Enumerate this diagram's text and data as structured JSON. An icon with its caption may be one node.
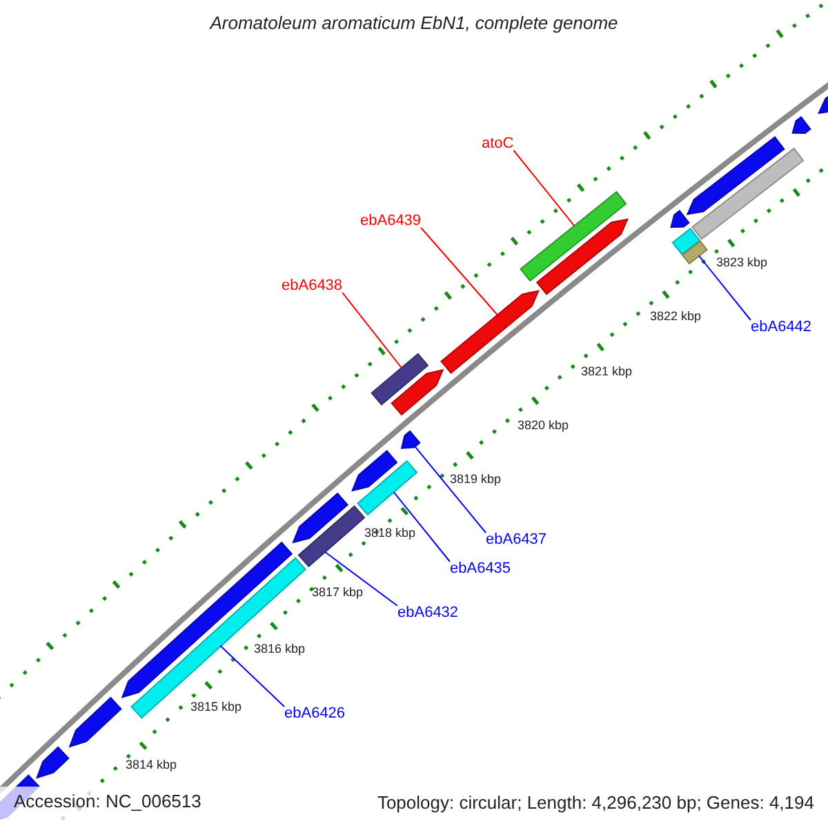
{
  "diagram": {
    "title": "Aromatoleum aromaticum EbN1, complete genome",
    "nodes": [
      {
        "text": [
          "atoC"
        ]
      },
      {
        "text": [
          "ebA6439"
        ]
      },
      {
        "text": [
          "ebA6438"
        ]
      },
      {
        "text": [
          "ebA6442"
        ]
      },
      {
        "text": [
          "ebA6437"
        ]
      },
      {
        "text": [
          "ebA6435"
        ]
      },
      {
        "text": [
          "ebA6432"
        ]
      },
      {
        "text": [
          "ebA6426"
        ]
      },
      {
        "text": [],
        "shape": "arrow"
      },
      {
        "text": [],
        "shape": "arrow"
      },
      {
        "text": [],
        "shape": "arrow"
      },
      {
        "text": [],
        "shape": "arrow"
      },
      {
        "text": [],
        "shape": "bar"
      },
      {
        "text": [],
        "shape": "arrow"
      },
      {
        "text": [],
        "shape": "bar"
      },
      {
        "text": [],
        "shape": "arrow"
      },
      {
        "text": [],
        "shape": "bar"
      },
      {
        "text": [],
        "shape": "bar"
      },
      {
        "text": [],
        "shape": "arrow"
      },
      {
        "text": [],
        "shape": "arrow"
      },
      {
        "text": [],
        "shape": "arrow"
      },
      {
        "text": [],
        "shape": "bar"
      },
      {
        "text": [],
        "shape": "arrow"
      },
      {
        "text": [],
        "shape": "arrow"
      },
      {
        "text": [],
        "shape": "bar"
      },
      {
        "text": [],
        "shape": "bar"
      },
      {
        "text": [],
        "shape": "arrow"
      },
      {
        "text": [],
        "shape": "bar"
      },
      {
        "text": [],
        "shape": "arrow"
      },
      {
        "text": [],
        "shape": "arrow"
      }
    ],
    "edges": [
      {
        "from": 0,
        "to": 21,
        "arrow": "none",
        "color": "#ff0000"
      },
      {
        "from": 1,
        "to": 20,
        "arrow": "none",
        "color": "#ff0000"
      },
      {
        "from": 2,
        "to": 17,
        "arrow": "none",
        "color": "#ff0000"
      },
      {
        "from": 3,
        "to": 25,
        "arrow": "none"
      },
      {
        "from": 4,
        "to": 19,
        "arrow": "none"
      },
      {
        "from": 5,
        "to": 16,
        "arrow": "none"
      },
      {
        "from": 6,
        "to": 14,
        "arrow": "none"
      },
      {
        "from": 7,
        "to": 12,
        "arrow": "none"
      }
    ],
    "labels": [
      "3823 kbp",
      "3822 kbp",
      "3821 kbp",
      "3820 kbp",
      "3819 kbp",
      "3818 kbp",
      "3817 kbp",
      "3816 kbp",
      "3815 kbp",
      "3814 kbp",
      "Accession: NC_006513",
      "Topology: circular; Length: 4,296,230 bp; Genes: 4,194"
    ]
  }
}
